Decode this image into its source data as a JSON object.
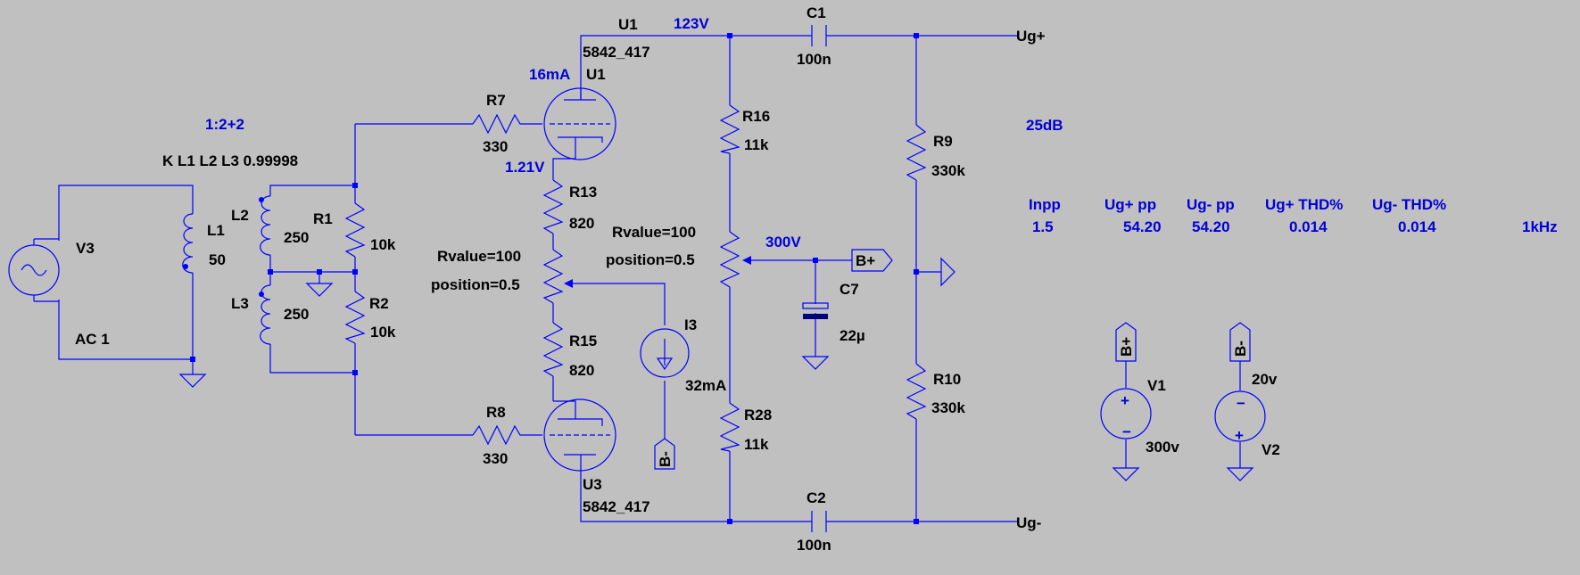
{
  "colors": {
    "background": "#c0c0c0",
    "wire": "#0000ff",
    "component_label": "#000000",
    "annotation": "#0000d8"
  },
  "directives": {
    "ratio": "1:2+2",
    "coupling": "K L1 L2 L3 0.99998",
    "gain": "25dB",
    "freq": "1kHz"
  },
  "measurements": {
    "headers": [
      "Inpp",
      "Ug+ pp",
      "Ug- pp",
      "Ug+ THD%",
      "Ug- THD%"
    ],
    "values": [
      "1.5",
      "54.20",
      "54.20",
      "0.014",
      "0.014"
    ]
  },
  "node_labels": {
    "anode_v": "123V",
    "cathode_v": "1.21V",
    "tube_i": "16mA",
    "supply_v": "300V",
    "sink_i": "32mA"
  },
  "ports": {
    "ug_plus": "Ug+",
    "ug_minus": "Ug-",
    "b_plus": "B+",
    "b_minus": "B-"
  },
  "components": {
    "V3": {
      "name": "V3",
      "value": "AC 1"
    },
    "L1": {
      "name": "L1",
      "value": "50"
    },
    "L2": {
      "name": "L2",
      "value": "250"
    },
    "L3": {
      "name": "L3",
      "value": "250"
    },
    "R1": {
      "name": "R1",
      "value": "10k"
    },
    "R2": {
      "name": "R2",
      "value": "10k"
    },
    "R7": {
      "name": "R7",
      "value": "330"
    },
    "R8": {
      "name": "R8",
      "value": "330"
    },
    "U1": {
      "name": "U1",
      "model": "5842_417",
      "tag": "U1"
    },
    "U3": {
      "name": "U3",
      "model": "5842_417"
    },
    "R13": {
      "name": "R13",
      "value": "820"
    },
    "R15": {
      "name": "R15",
      "value": "820"
    },
    "P1": {
      "line1": "Rvalue=100",
      "line2": "position=0.5"
    },
    "P2": {
      "line1": "Rvalue=100",
      "line2": "position=0.5"
    },
    "I3": {
      "name": "I3"
    },
    "R16": {
      "name": "R16",
      "value": "11k"
    },
    "R28": {
      "name": "R28",
      "value": "11k"
    },
    "C1": {
      "name": "C1",
      "value": "100n"
    },
    "C2": {
      "name": "C2",
      "value": "100n"
    },
    "C7": {
      "name": "C7",
      "value": "22µ"
    },
    "R9": {
      "name": "R9",
      "value": "330k"
    },
    "R10": {
      "name": "R10",
      "value": "330k"
    },
    "V1": {
      "name": "V1",
      "value": "300v"
    },
    "V2": {
      "name": "V2",
      "value": "20v"
    }
  }
}
